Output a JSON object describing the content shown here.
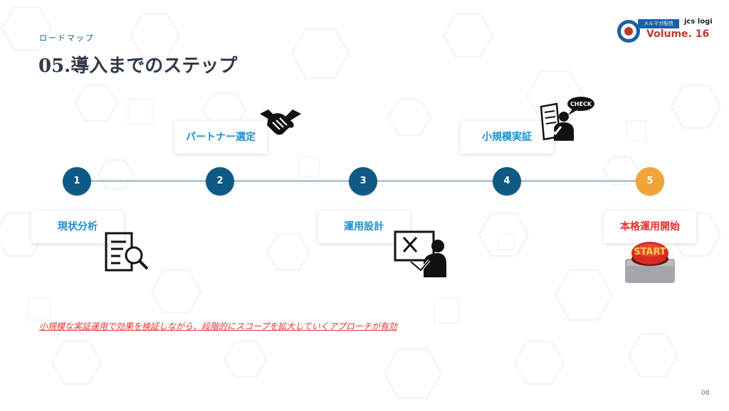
{
  "header": {
    "subtitle": "ロードマップ",
    "title": "05.導入までのステップ"
  },
  "logo": {
    "tag": "メルマガ配信",
    "brand": "jcs logi",
    "volume": "Volume. 16"
  },
  "steps": [
    {
      "number": "1",
      "label": "現状分析"
    },
    {
      "number": "2",
      "label": "パートナー選定"
    },
    {
      "number": "3",
      "label": "運用設計"
    },
    {
      "number": "4",
      "label": "小規模実証"
    },
    {
      "number": "5",
      "label": "本格運用開始"
    }
  ],
  "icons": {
    "analysis": "document-search-icon",
    "partner": "handshake-icon",
    "design": "design-board-person-icon",
    "check_badge": "CHECK",
    "start_button": "START"
  },
  "note": "小規模な実証運用で効果を検証しながら、段階的にスコープを拡大していくアプローチが有効",
  "page_number": "08",
  "colors": {
    "accent_blue": "#0e5a84",
    "label_blue": "#1a8fd0",
    "final_orange": "#f0a437",
    "highlight_red": "#e0342b"
  }
}
